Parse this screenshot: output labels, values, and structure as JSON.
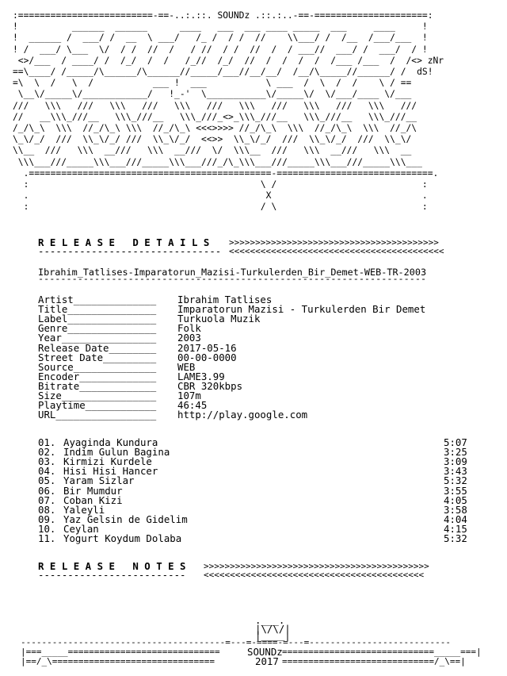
{
  "header": {
    "banner_text": "SOUNDz",
    "art_lines": [
      ":=========================-==-..:.::. SOUNDz .::.:..-==-=====================:",
      "!          ______  ______      ____   ___  ___ ____ _____  ___     ____     !",
      "!  ______ /  ___/ /  __  \\ ___/   /_ /  / /  //    \\\\___/ /  /__  /___/___  !",
      "! /  ___/ \\___  \\/  / /  //  /   / //  / /  //  /  / ___//  ___/ /  ___/  / !",
      " <>/___  / ____/ /  /_/  /  /   /_//  /_/  //  /  /  /  /  /___ /___  /  /<> zNr",
      "==\\____/ /_____/\\______/\\______//_____/___//__/__/  /__/\\_____//______/ /  dS!",
      "=\\  \\  /   \\  /           ___ !  ___           \\ ___  /  \\  /  /    \\ / ==",
      " \\__\\/_____\\/____________/   !_-'  \\___________\\/_____\\/  \\/___/____ \\/___",
      "///   \\\\\\   ///   \\\\\\   ///   \\\\\\   ///   \\\\\\   ///   \\\\\\   ///   \\\\\\   ///",
      "//   __\\\\\\_///__   \\\\\\_///__   \\\\\\_///_<>_\\\\\\_///__   \\\\\\_///__   \\\\\\_///__",
      "/_/\\_\\  \\\\\\  //_/\\_\\ \\\\\\  //_/\\_\\ <<<>>>> //_/\\_\\  \\\\\\  //_/\\_\\  \\\\\\  //_/\\",
      "\\_\\/_/  ///  \\\\_\\/_/ ///  \\\\_\\/_/  <<>>  \\\\_\\/_/  ///  \\\\_\\/_/  ///  \\\\_\\/",
      "\\\\__  ///   \\\\\\  __///   \\\\\\  __///  \\/  \\\\\\__  ///   \\\\\\  __///   \\\\\\  __",
      " \\\\\\___///_____\\\\\\___///_____\\\\\\___///_/\\_\\\\\\___///_____\\\\\\___///_____\\\\\\___",
      "  .=============================================-=============================.",
      "  :                                           \\ /                           :",
      "  .                                            X                            .",
      "  :                                           / \\                           :"
    ]
  },
  "release_details": {
    "heading": "R E L E A S E   D E T A I L S",
    "arrows_right": ">>>>>>>>>>>>>>>>>>>>>>>>>>>>>>>>>>>>>>>>",
    "arrows_left": "<<<<<<<<<<<<<<<<<<<<<<<<<<<<<<<<<<<<<<<<<",
    "underline": "-------------------------------",
    "release_name": "Ibrahim_Tatlises-Imparatorun_Mazisi-Turkulerden_Bir_Demet-WEB-TR-2003",
    "rule": "---------------------------------------------------------------------",
    "fields": [
      {
        "label": "Artist______________",
        "value": "Ibrahim Tatlises"
      },
      {
        "label": "Title_______________",
        "value": "Imparatorun Mazisi - Turkulerden Bir Demet"
      },
      {
        "label": "Label_______________",
        "value": "Turkuola Muzik"
      },
      {
        "label": "Genre_______________",
        "value": "Folk"
      },
      {
        "label": "Year________________",
        "value": "2003"
      },
      {
        "label": "Release Date________",
        "value": "2017-05-16"
      },
      {
        "label": "Street Date_________",
        "value": "00-00-0000"
      },
      {
        "label": "Source______________",
        "value": "WEB"
      },
      {
        "label": "Encoder_____________",
        "value": "LAME3.99"
      },
      {
        "label": "Bitrate_____________",
        "value": "CBR 320kbps"
      },
      {
        "label": "Size________________",
        "value": "107m"
      },
      {
        "label": "Playtime____________",
        "value": "46:45"
      },
      {
        "label": "URL_________________",
        "value": "http://play.google.com"
      }
    ]
  },
  "tracklist": [
    {
      "num": "01.",
      "title": "Ayaginda Kundura",
      "time": "5:07"
    },
    {
      "num": "02.",
      "title": "Indim Gulun Bagina",
      "time": "3:25"
    },
    {
      "num": "03.",
      "title": "Kirmizi Kurdele",
      "time": "3:09"
    },
    {
      "num": "04.",
      "title": "Hisi Hisi Hancer",
      "time": "3:43"
    },
    {
      "num": "05.",
      "title": "Yaram Sizlar",
      "time": "5:32"
    },
    {
      "num": "06.",
      "title": "Bir Mumdur",
      "time": "3:55"
    },
    {
      "num": "07.",
      "title": "Coban Kizi",
      "time": "4:05"
    },
    {
      "num": "08.",
      "title": "Yaleyli",
      "time": "3:58"
    },
    {
      "num": "09.",
      "title": "Yaz Gelsin de Gidelim",
      "time": "4:04"
    },
    {
      "num": "10.",
      "title": "Ceylan",
      "time": "4:15"
    },
    {
      "num": "11.",
      "title": "Yogurt Koydum Dolaba",
      "time": "5:32"
    }
  ],
  "release_notes": {
    "heading": "R E L E A S E   N O T E S",
    "arrows_right": ">>>>>>>>>>>>>>>>>>>>>>>>>>>>>>>>>>>>>>>>>>>",
    "arrows_left": "<<<<<<<<<<<<<<<<<<<<<<<<<<<<<<<<<<<<<<<<<<",
    "underline": "-------------------------"
  },
  "footer": {
    "crown_lines": [
      ".___.",
      "|\\/\\/|",
      "|____|"
    ],
    "rule_top": "---------------------------------------=---=-====-=---=---------------------------",
    "brand": "SOUNDz",
    "year": "2017",
    "left_bottom": "|==/_\\===============================",
    "right_bottom": "=============================/_\\==|"
  }
}
